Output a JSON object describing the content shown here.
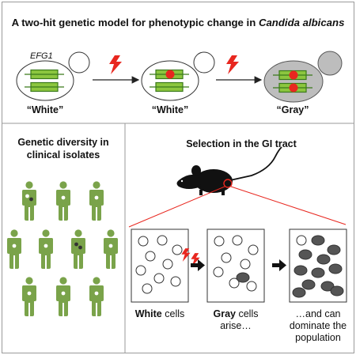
{
  "header": {
    "title_prefix": "A two-hit genetic model for phenotypic change in ",
    "title_species": "Candida albicans"
  },
  "top_panel": {
    "gene_label": "EFG1",
    "cell1_label": "“White”",
    "cell2_label": "“White”",
    "cell3_label": "“Gray”"
  },
  "left_panel": {
    "title_line1": "Genetic diversity in",
    "title_line2": "clinical isolates",
    "rows": [
      [
        {
          "dots": [
            "white",
            "dark"
          ]
        },
        {
          "dots": [
            "white"
          ]
        },
        {
          "dots": [
            "white"
          ]
        }
      ],
      [
        {
          "dots": [
            "white"
          ]
        },
        {
          "dots": [
            "white"
          ]
        },
        {
          "dots": [
            "dark",
            "dark"
          ]
        },
        {
          "dots": [
            "white"
          ]
        }
      ],
      [
        {
          "dots": [
            "white"
          ]
        },
        {
          "dots": [
            "white"
          ]
        },
        {
          "dots": [
            "white"
          ]
        }
      ]
    ]
  },
  "right_panel": {
    "title": "Selection in the GI tract",
    "box1_label_bold": "White",
    "box1_label_rest": " cells",
    "box2_label_line1_bold": "Gray",
    "box2_label_line1_rest": " cells",
    "box2_label_line2": "arise…",
    "box3_label_line1": "…and can",
    "box3_label_line2": "dominate the",
    "box3_label_line3": "population"
  },
  "colors": {
    "green_fill": "#8cc63f",
    "green_dark": "#3a7a1a",
    "figure_green": "#7aa34a",
    "red": "#e8271f",
    "gray_cell": "#bdbdbd",
    "dark_cell": "#555555",
    "panel_border": "#9a9a9a"
  },
  "icons": [
    "lightning-bolt-icon",
    "mouse-silhouette-icon",
    "human-figure-icon",
    "arrow-right-icon"
  ]
}
